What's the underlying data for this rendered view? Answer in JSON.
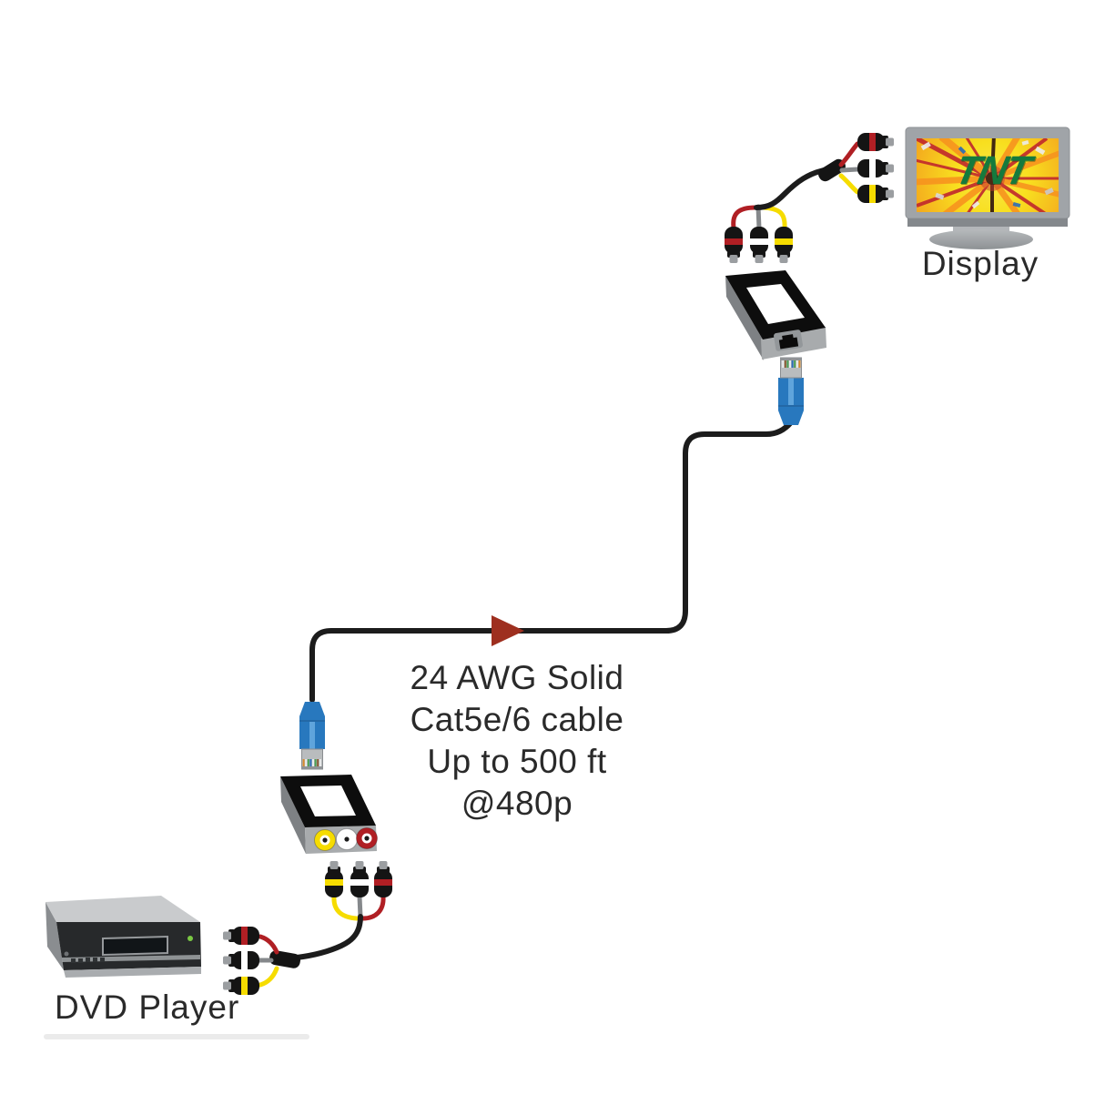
{
  "labels": {
    "display": "Display",
    "dvd_player": "DVD Player",
    "screen_logo": "TNT"
  },
  "cable_note": {
    "lines": [
      "24 AWG Solid",
      "Cat5e/6 cable",
      "Up to 500 ft",
      "@480p"
    ]
  },
  "colors": {
    "text": "#2A2A2A",
    "cable_black": "#1C1C1C",
    "plug_body": "#141414",
    "metal": "#9B9EA1",
    "rca_red": "#B01F24",
    "rca_yellow": "#F6DC00",
    "rca_white": "#FFFFFF",
    "rj45_blue": "#2878BE",
    "rj45_blue_light": "#5FA4DC",
    "balun_top": "#0D0D0D",
    "balun_face": "#A8ABAD",
    "balun_side": "#7E8184",
    "tv_bezel": "#A0A4A8",
    "tv_trim": "#84888C",
    "stand_gray": "#9FA3A7",
    "dvd_top": "#C9CBCD",
    "dvd_front": "#27292B",
    "dvd_side": "#8A8D90",
    "led_green": "#7AC943",
    "arrow": "#9E2F1F",
    "tnt_green": "#157A3D",
    "screen_yellow": "#F8DF1F",
    "burst_orange": "#F7941E",
    "burst_red": "#C0272D"
  }
}
